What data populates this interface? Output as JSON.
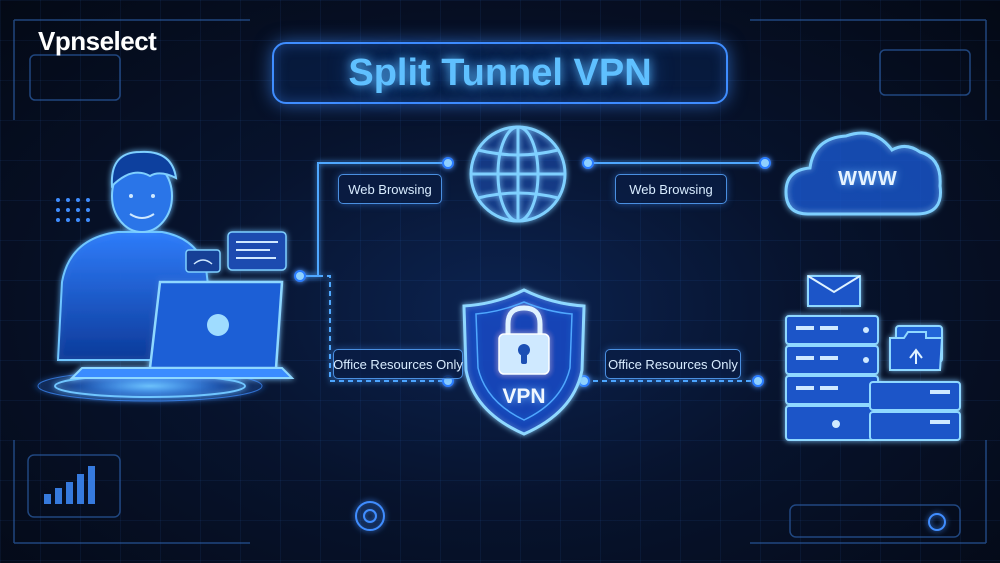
{
  "brand": {
    "logo_text": "Vpnselect"
  },
  "title": "Split Tunnel VPN",
  "routes": {
    "web": {
      "left_label": "Web Browsing",
      "right_label": "Web Browsing"
    },
    "office": {
      "left_label": "Office Resources Only",
      "right_label": "Office Resources Only"
    }
  },
  "nodes": {
    "cloud_label": "WWW",
    "shield_label": "VPN"
  },
  "icons": {
    "user": "person-with-laptop-icon",
    "globe": "globe-icon",
    "cloud": "cloud-icon",
    "shield": "shield-lock-icon",
    "servers": "server-stack-icon",
    "mail": "envelope-icon",
    "folder": "folder-icon"
  },
  "colors": {
    "background": "#050b1a",
    "accent": "#3f8dff",
    "glow": "#5fc0ff"
  }
}
